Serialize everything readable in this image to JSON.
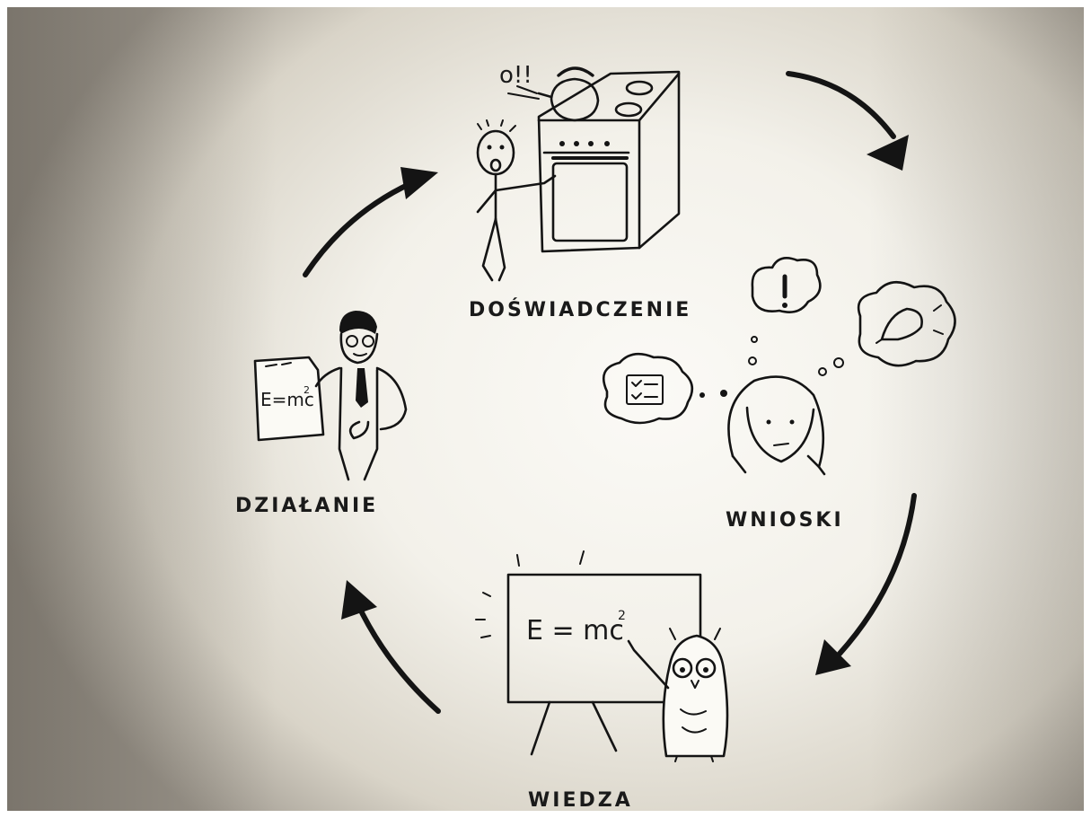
{
  "stages": [
    {
      "id": "experience",
      "label": "DOŚWIADCZENIE"
    },
    {
      "id": "conclusions",
      "label": "WNIOSKI"
    },
    {
      "id": "knowledge",
      "label": "WIEDZA"
    },
    {
      "id": "action",
      "label": "DZIAŁANIE"
    }
  ],
  "exclamation": "o!!",
  "formula_board": "E = mc",
  "formula_paper": "E=mc",
  "superscript": "2",
  "colors": {
    "ink": "#141414",
    "paper": "#fbfaf6",
    "vignette": "#9c968c"
  },
  "icons": [
    "kettle-icon",
    "stove-icon",
    "person-icon",
    "thought-bubble-icon",
    "lightbulb-icon",
    "checklist-icon",
    "owl-icon",
    "blackboard-icon",
    "arrow-icon"
  ]
}
